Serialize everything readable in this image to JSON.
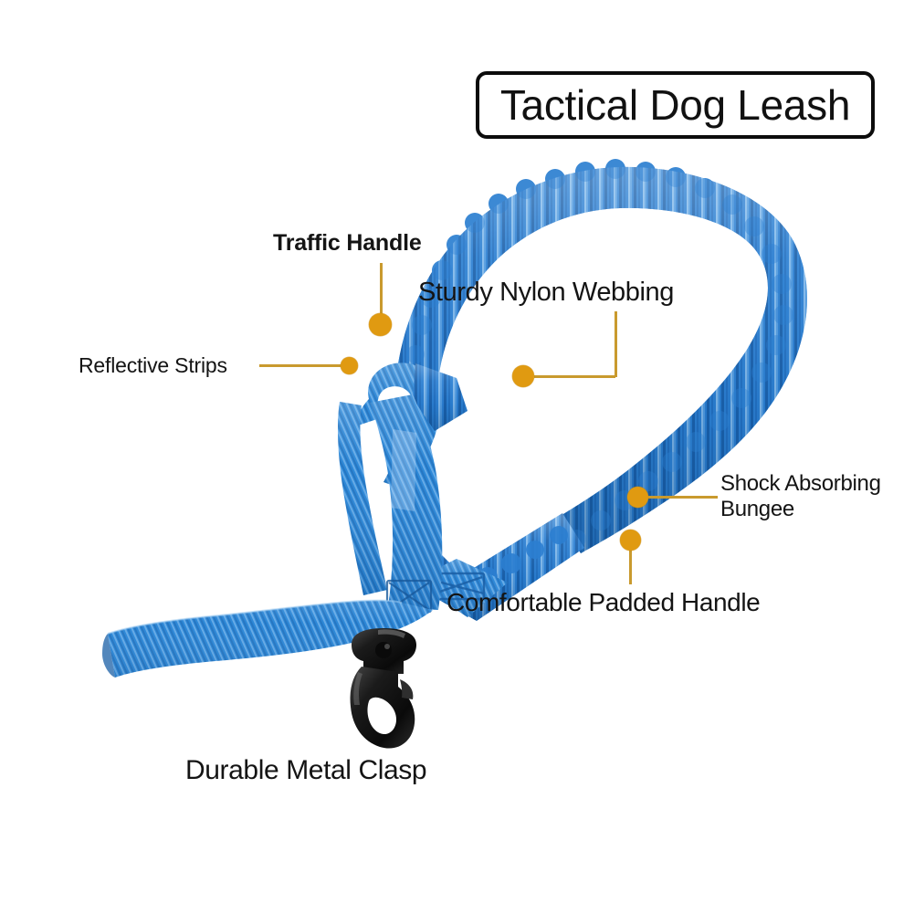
{
  "product": {
    "title": "Tactical Dog Leash",
    "photo_description": "blue-nylon-tactical-dog-leash-with-bungee-loop-traffic-handle-and-black-metal-clasp"
  },
  "colors": {
    "background": "#ffffff",
    "title_border": "#0c0c0c",
    "label_text": "#141414",
    "callout_dot": "#e09a11",
    "callout_line": "#c99a2e",
    "webbing_blue": "#2a84d8",
    "bungee_blue": "#1d6cc2",
    "clasp_black": "#151515"
  },
  "callouts": [
    {
      "id": "traffic-handle",
      "label": "Traffic Handle",
      "bold": true,
      "connector": "vertical-up"
    },
    {
      "id": "reflective-strips",
      "label": "Reflective Strips",
      "bold": false,
      "connector": "horizontal-left"
    },
    {
      "id": "sturdy-nylon",
      "label": "Sturdy Nylon Webbing",
      "bold": false,
      "connector": "elbow-right-up"
    },
    {
      "id": "shock-bungee",
      "label": "Shock Absorbing Bungee",
      "bold": false,
      "connector": "horizontal-right"
    },
    {
      "id": "padded-handle",
      "label": "Comfortable Padded Handle",
      "bold": false,
      "connector": "vertical-down"
    },
    {
      "id": "metal-clasp",
      "label": "Durable Metal Clasp",
      "bold": false,
      "connector": "none"
    }
  ]
}
